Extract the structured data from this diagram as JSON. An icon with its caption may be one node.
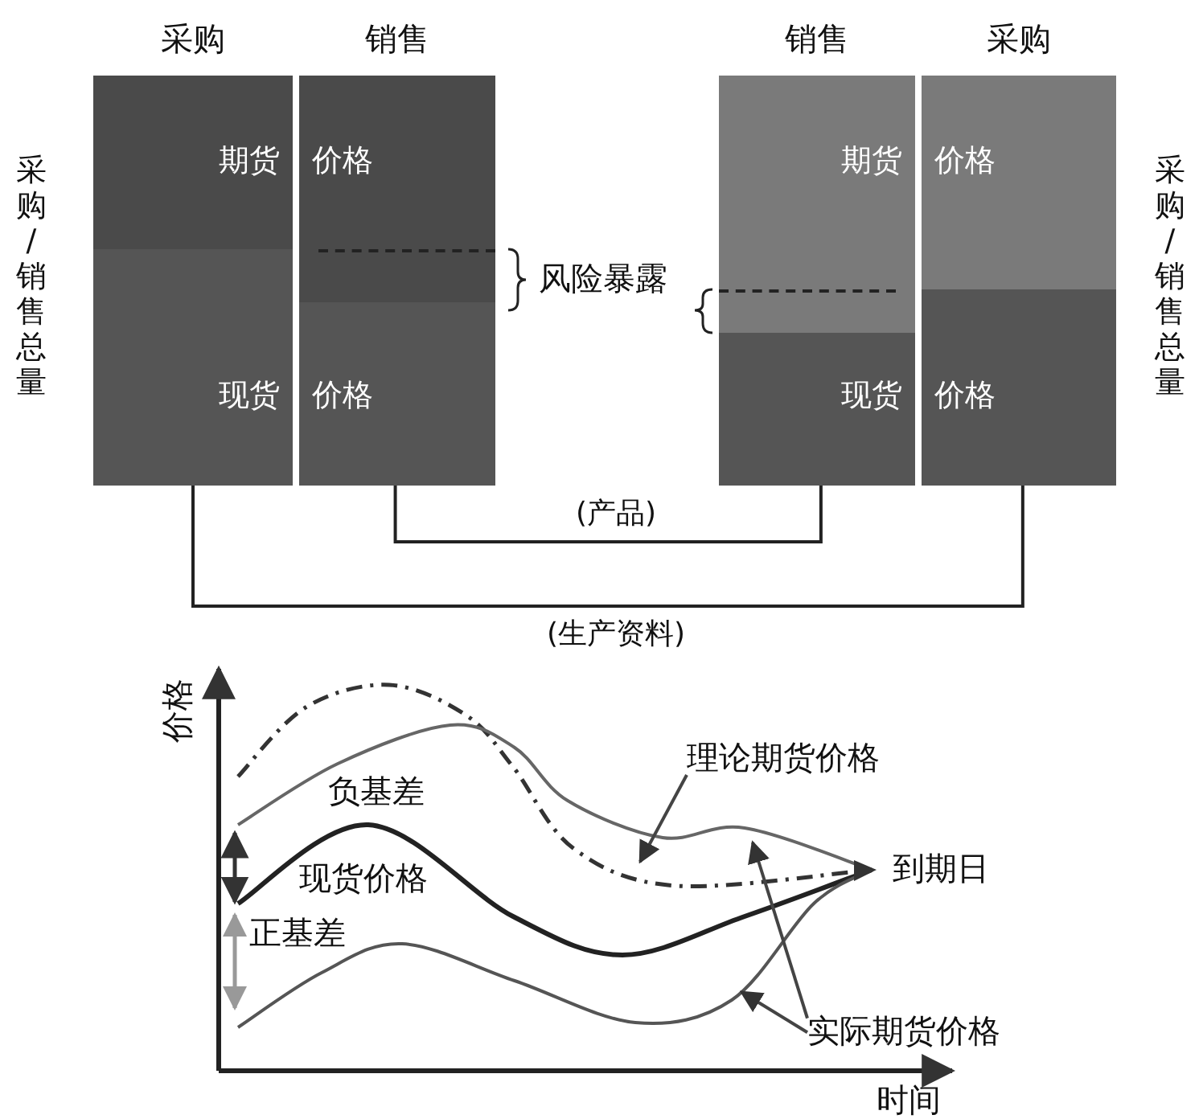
{
  "diagram": {
    "nodes": [
      {
        "text": [
          "采购",
          "期货",
          "现货"
        ]
      },
      {
        "text": [
          "销售",
          "价格",
          "价格"
        ]
      },
      {
        "text": [
          "销售",
          "期货",
          "现货"
        ]
      },
      {
        "text": [
          "采购",
          "价格",
          "价格"
        ]
      },
      {
        "text": [
          "理论期货价格"
        ]
      },
      {
        "text": [
          "实际期货价格"
        ]
      }
    ],
    "edges": [
      {
        "from": 1,
        "to": 2,
        "arrow": "none",
        "label": "(产品)"
      },
      {
        "from": 0,
        "to": 3,
        "arrow": "none",
        "label": "(生产资料)"
      },
      {
        "from": 4,
        "to": null,
        "arrow": "to"
      },
      {
        "from": 5,
        "to": null,
        "arrow": "to"
      },
      {
        "from": 5,
        "to": null,
        "arrow": "to"
      }
    ],
    "labels": [
      "采购/销售总量",
      "风险暴露",
      "采购/销售总量",
      "价格",
      "负基差",
      "到期日",
      "现货价格",
      "正基差",
      "时间"
    ]
  }
}
